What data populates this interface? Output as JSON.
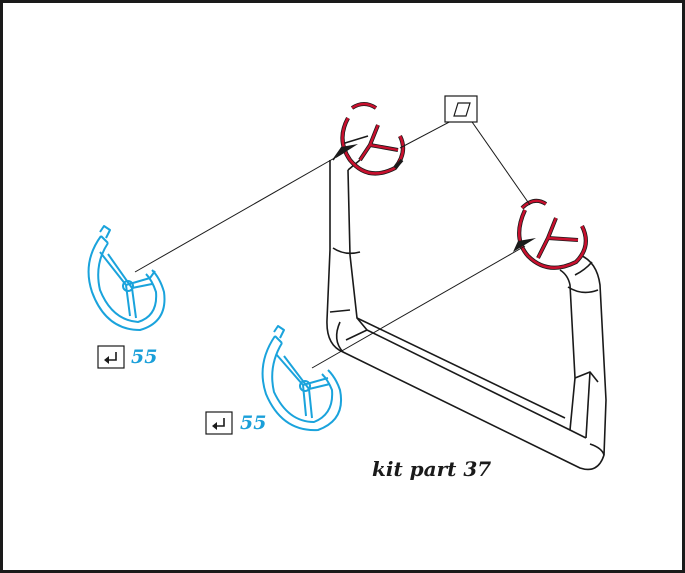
{
  "labels": {
    "part_number_upper": "55",
    "part_number_lower": "55",
    "kit_part": "kit part 37"
  },
  "icons": {
    "fold_symbol": "fold-arrow-icon",
    "surface_symbol": "parallelogram-surface-icon"
  },
  "colors": {
    "etched_part": "#1aa3dc",
    "placed_part": "#c8102e",
    "line": "#1a1a1a",
    "border": "#1a1a1a"
  }
}
